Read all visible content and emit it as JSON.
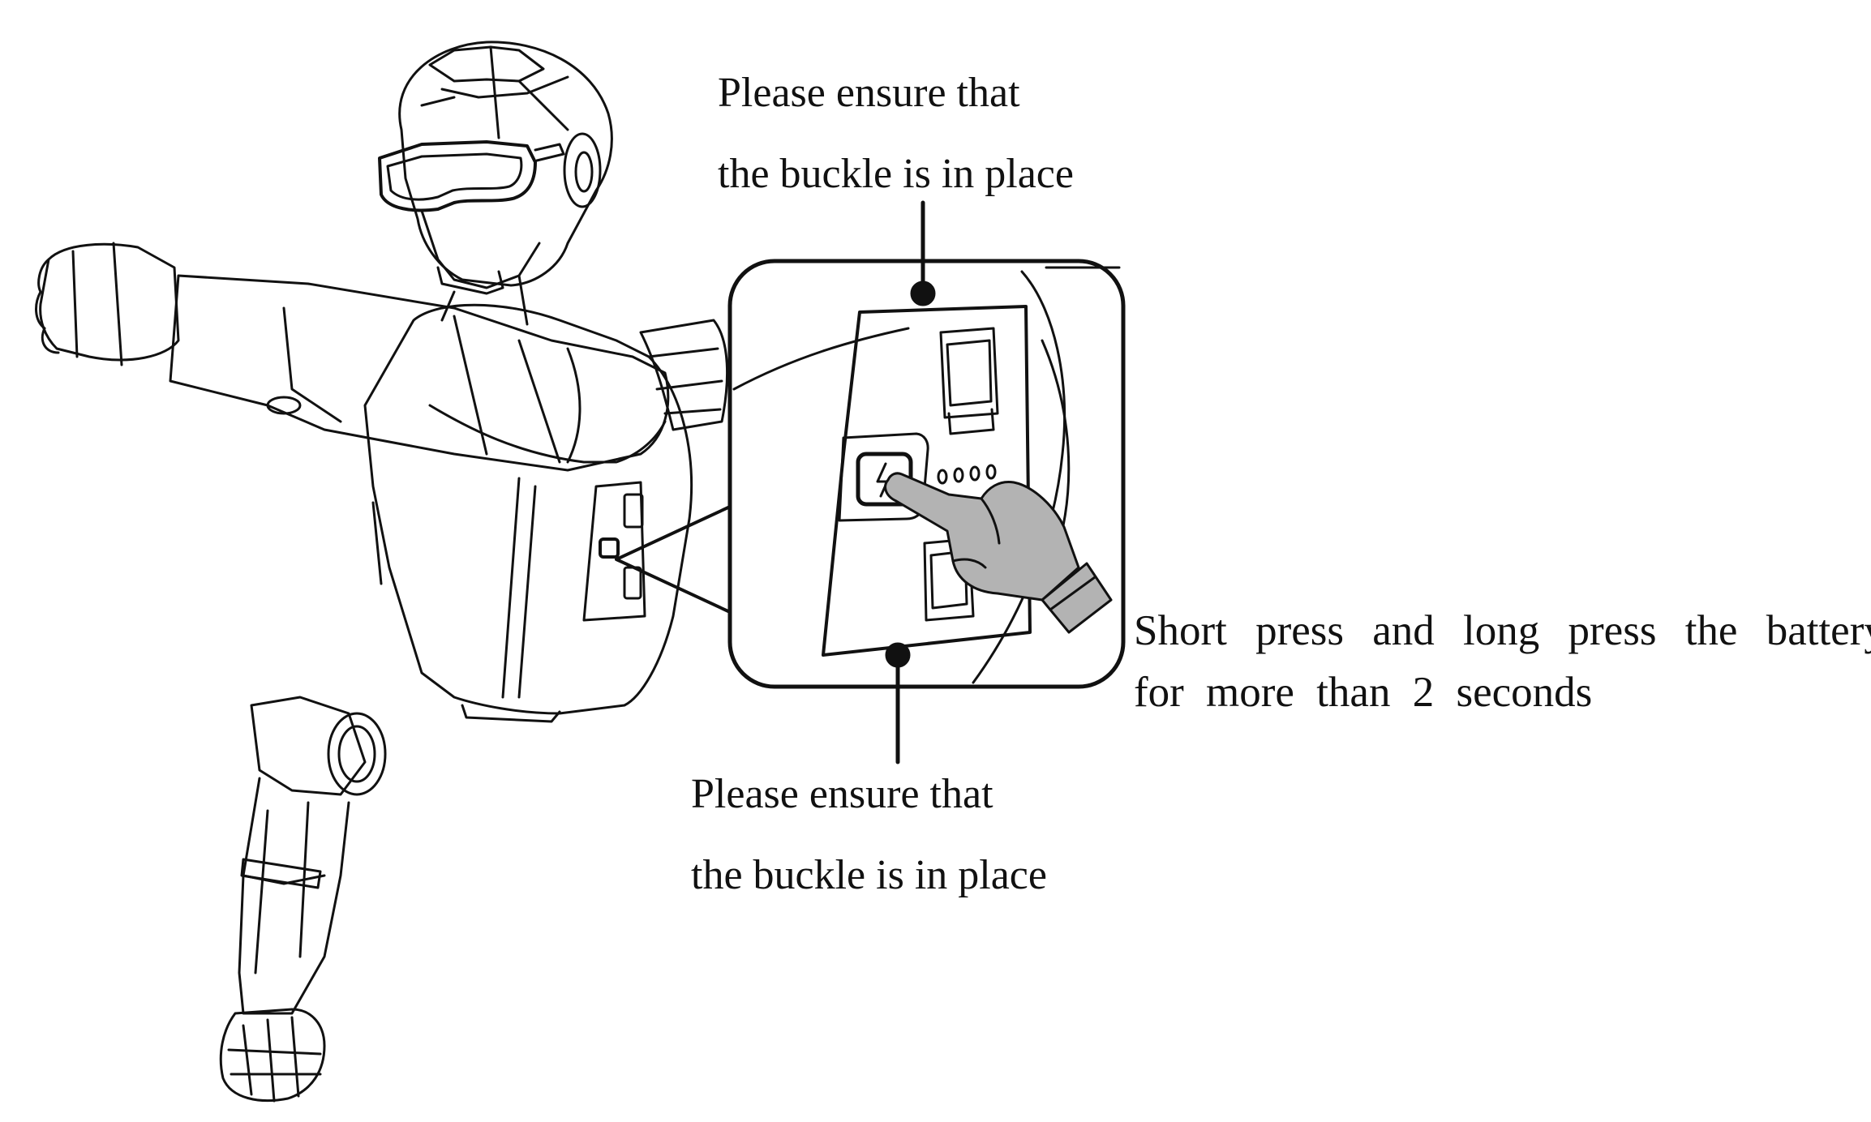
{
  "diagram": {
    "callout_top": {
      "line1": "Please ensure that",
      "line2": "the buckle is in place"
    },
    "callout_bottom": {
      "line1": "Please ensure that",
      "line2": "the buckle is in place"
    },
    "callout_right": {
      "line1": "Short press and long press the battery",
      "line2": "for more than 2  seconds"
    },
    "colors": {
      "ink": "#111111",
      "finger_fill": "#b3b3b3",
      "background": "#ffffff"
    },
    "icons": [
      "robot-illustration",
      "battery-panel-magnified",
      "power-button-icon",
      "pointing-hand-icon",
      "battery-level-indicator"
    ]
  }
}
